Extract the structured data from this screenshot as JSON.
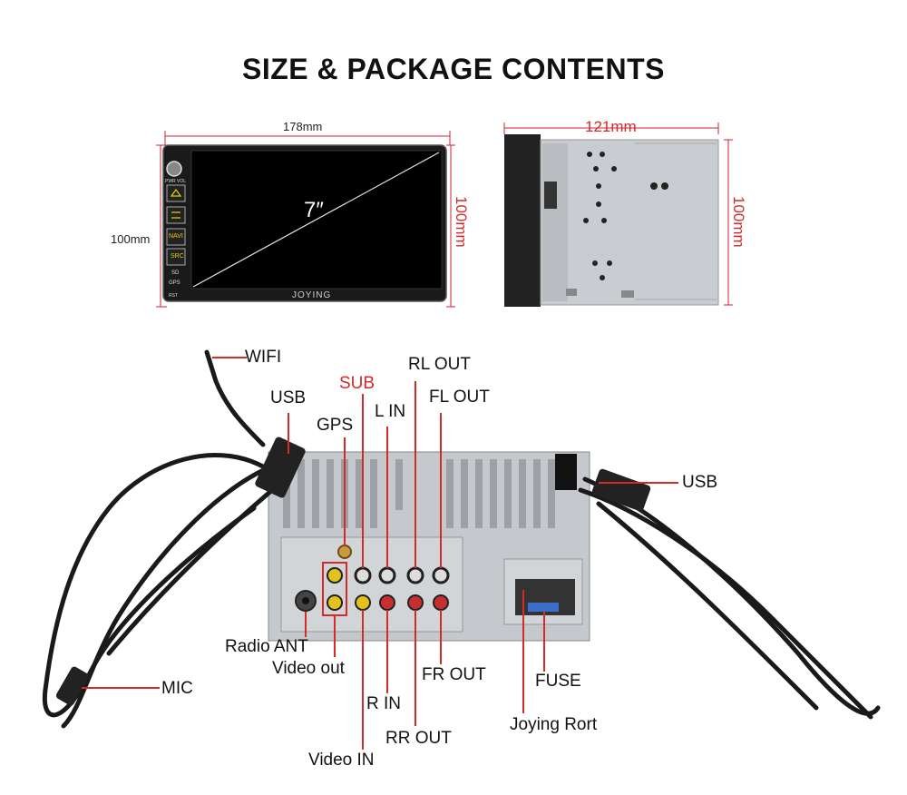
{
  "title": "SIZE & PACKAGE CONTENTS",
  "front": {
    "width": "178mm",
    "height_left": "100mm",
    "height_right": "100mm",
    "screen_size": "7″",
    "brand": "JOYING",
    "buttons": [
      "",
      "",
      "NAVI",
      "SRC"
    ],
    "tiny": [
      "PWR VOL",
      "SD",
      "GPS",
      "RST"
    ]
  },
  "side": {
    "width": "121mm",
    "height": "100mm"
  },
  "labels": {
    "wifi": "WIFI",
    "usb_left": "USB",
    "usb_right": "USB",
    "gps": "GPS",
    "sub": "SUB",
    "l_in": "L IN",
    "rl_out": "RL OUT",
    "fl_out": "FL OUT",
    "radio_ant": "Radio ANT",
    "video_out": "Video out",
    "video_in": "Video IN",
    "r_in": "R IN",
    "rr_out": "RR OUT",
    "fr_out": "FR OUT",
    "fuse": "FUSE",
    "joying_port": "Joying Rort",
    "mic": "MIC"
  },
  "colors": {
    "accent": "#d32a2a"
  }
}
